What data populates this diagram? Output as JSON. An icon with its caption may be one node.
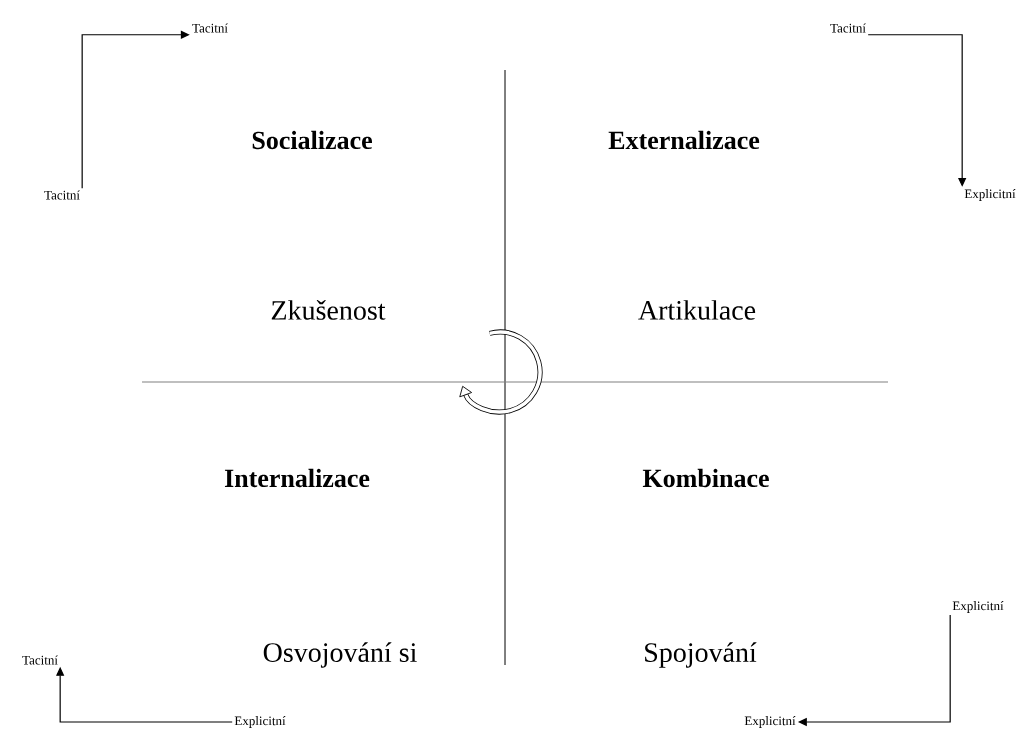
{
  "diagram": {
    "nodes": [
      {
        "text": [
          "Tacitní"
        ]
      },
      {
        "text": [
          "Tacitní"
        ]
      },
      {
        "text": [
          "Tacitní"
        ]
      },
      {
        "text": [
          "Explicitní"
        ]
      },
      {
        "text": [
          "Explicitní"
        ]
      },
      {
        "text": [
          "Explicitní"
        ]
      },
      {
        "text": [
          "Tacitní"
        ]
      },
      {
        "text": [
          "Explicitní"
        ]
      }
    ],
    "edges": [
      {
        "from": 1,
        "to": 0,
        "arrow": "to"
      },
      {
        "from": 2,
        "to": 3,
        "arrow": "to"
      },
      {
        "from": 4,
        "to": 5,
        "arrow": "to"
      },
      {
        "from": 7,
        "to": 6,
        "arrow": "to"
      }
    ],
    "labels": [
      "Socializace",
      "Externalizace",
      "Zkušenost",
      "Artikulace",
      "Internalizace",
      "Kombinace",
      "Osvojování si",
      "Spojování"
    ]
  }
}
